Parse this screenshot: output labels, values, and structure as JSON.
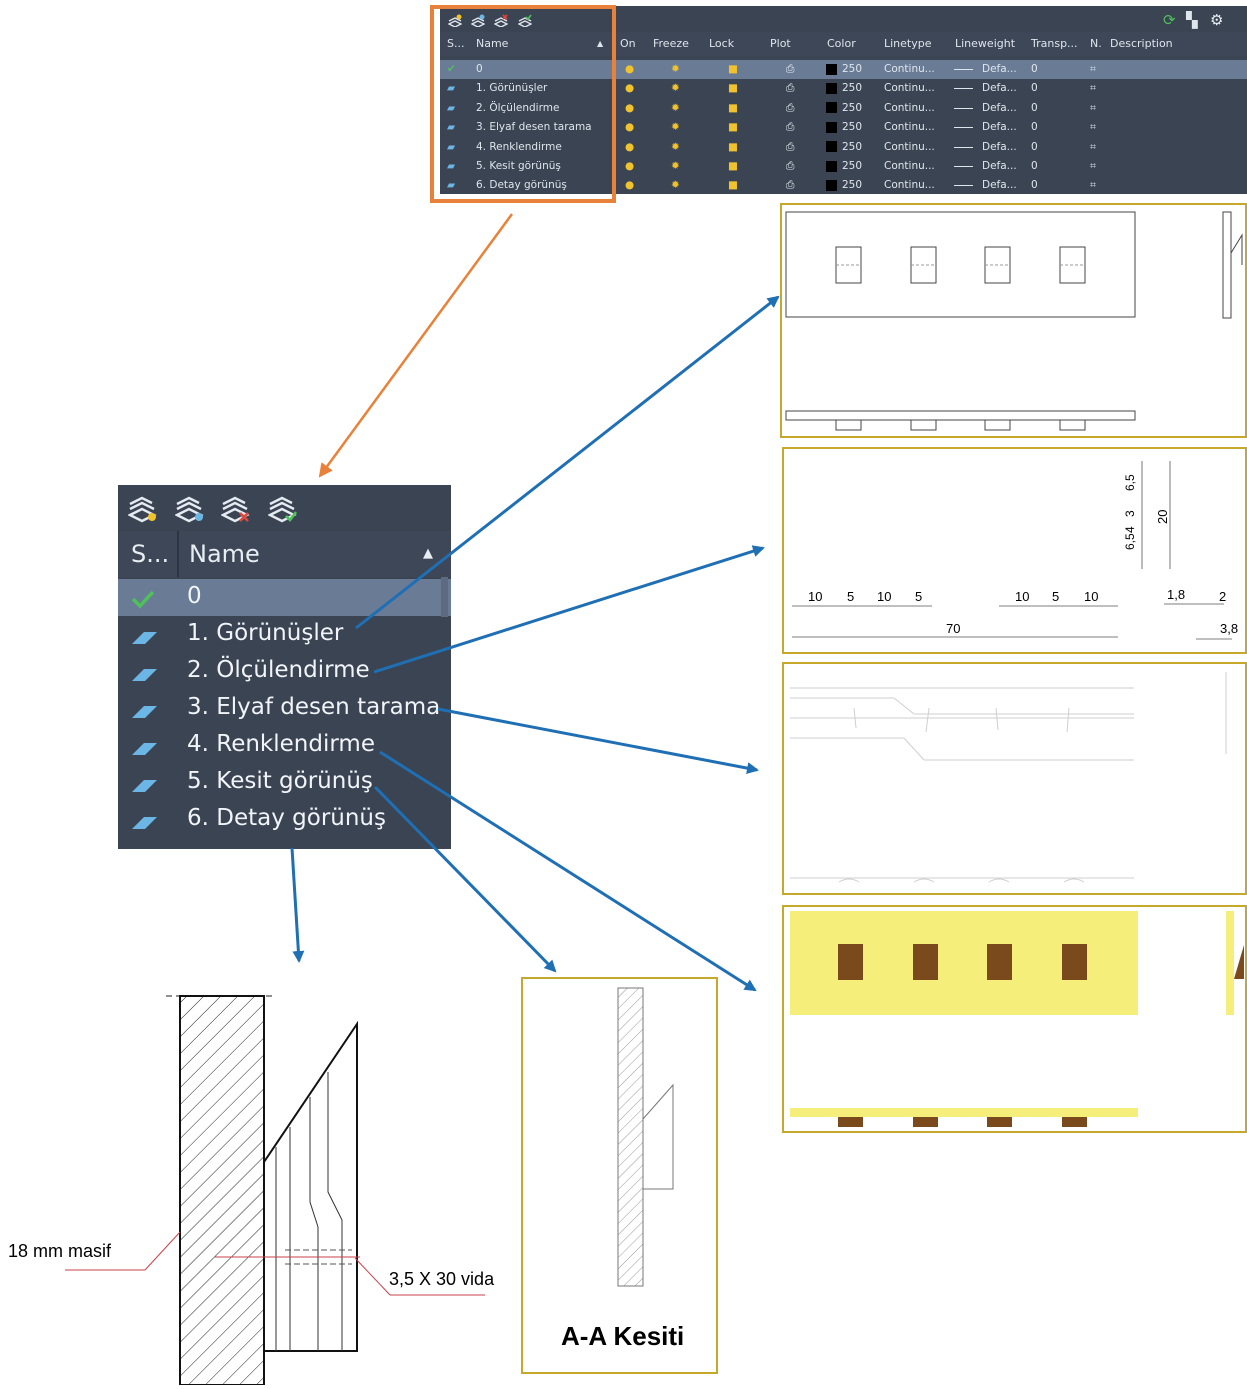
{
  "top_manager": {
    "columns": [
      "S...",
      "Name",
      "On",
      "Freeze",
      "Lock",
      "Plot",
      "Color",
      "Linetype",
      "Lineweight",
      "Transp...",
      "N.",
      "Description"
    ],
    "rows": [
      {
        "name": "0",
        "color": "250",
        "linetype": "Continu...",
        "lineweight": "Defa...",
        "transp": "0",
        "current": true
      },
      {
        "name": "1. Görünüşler",
        "color": "250",
        "linetype": "Continu...",
        "lineweight": "Defa...",
        "transp": "0"
      },
      {
        "name": "2. Ölçülendirme",
        "color": "250",
        "linetype": "Continu...",
        "lineweight": "Defa...",
        "transp": "0"
      },
      {
        "name": "3. Elyaf desen tarama",
        "color": "250",
        "linetype": "Continu...",
        "lineweight": "Defa...",
        "transp": "0"
      },
      {
        "name": "4. Renklendirme",
        "color": "250",
        "linetype": "Continu...",
        "lineweight": "Defa...",
        "transp": "0"
      },
      {
        "name": "5. Kesit görünüş",
        "color": "250",
        "linetype": "Continu...",
        "lineweight": "Defa...",
        "transp": "0"
      },
      {
        "name": "6. Detay görünüş",
        "color": "250",
        "linetype": "Continu...",
        "lineweight": "Defa...",
        "transp": "0"
      }
    ]
  },
  "big_manager": {
    "status_header": "S...",
    "name_header": "Name",
    "layers": [
      "0",
      "1. Görünüşler",
      "2. Ölçülendirme",
      "3. Elyaf desen tarama",
      "4. Renklendirme",
      "5. Kesit görünüş",
      "6. Detay görünüş"
    ]
  },
  "dimensions": {
    "row1": [
      "10",
      "5",
      "10",
      "5",
      "10",
      "5",
      "10"
    ],
    "total": "70",
    "right_small": [
      "1,8",
      "2"
    ],
    "right_total": "3,8",
    "vertical": [
      "6,5",
      "4",
      "3",
      "6,5"
    ],
    "vertical_total": "20"
  },
  "detail": {
    "label_left": "18 mm masif",
    "label_right": "3,5 X 30 vida"
  },
  "section": {
    "title": "A-A Kesiti"
  },
  "colors": {
    "accent_orange": "#e8823a",
    "arrow_blue": "#1f6fb4",
    "panel_border": "#c4a92b",
    "fill_yellow": "#f5ee7a",
    "fill_brown": "#7a4a1c",
    "manager_bg": "#3b4453"
  }
}
